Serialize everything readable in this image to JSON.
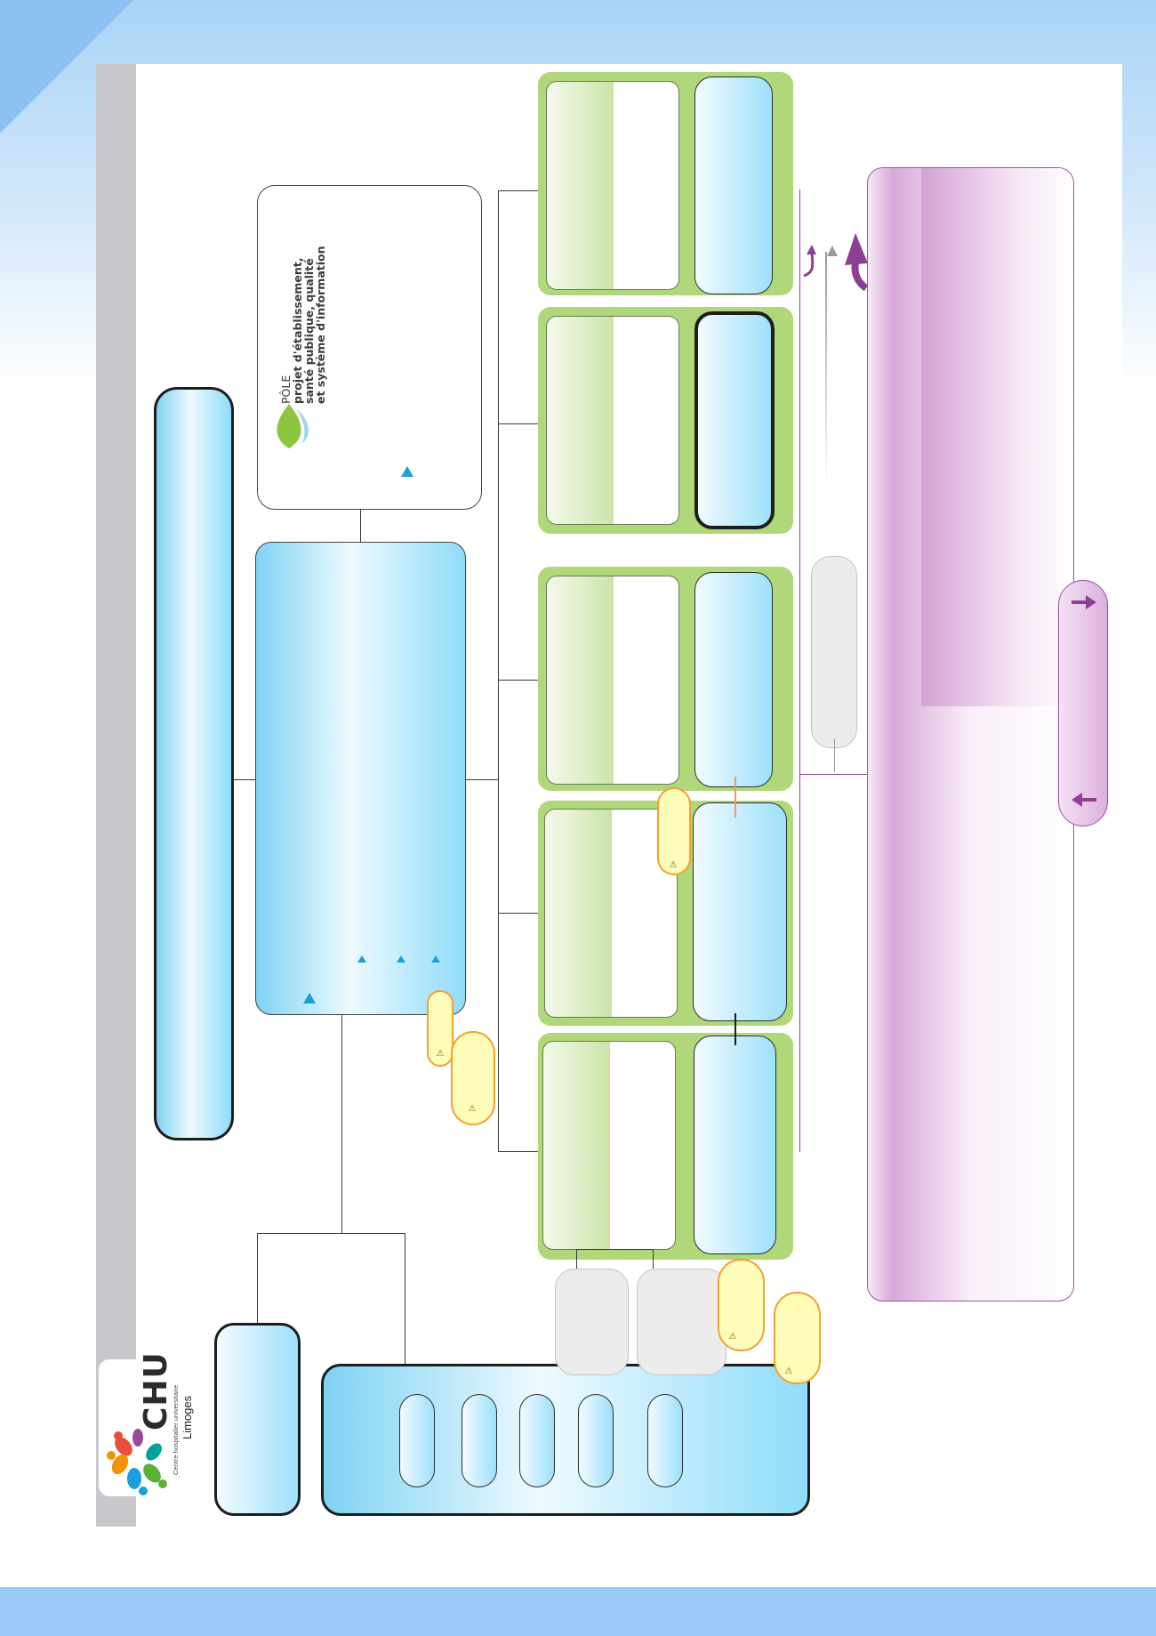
{
  "pole": {
    "label_small": "PÔLE",
    "line1": "projet d'établissement,",
    "line2": "santé publique, qualité",
    "line3": "et système d'information"
  },
  "logo": {
    "word": "CHU",
    "subtitle": "Centre hospitalier universitaire",
    "city": "Limoges"
  },
  "colors": {
    "blue_accent": "#1aa0dc",
    "green_band": "#b0d779",
    "purple_frame": "#8e3f93",
    "warning_pill": "#fdfcb8",
    "warning_border": "#f1a12e"
  },
  "icons": {
    "warning": "warning-triangle-icon",
    "marker": "blue-triangle-icon",
    "arrow_right": "purple-arrow-right-icon",
    "arrow_left": "purple-arrow-left-icon"
  }
}
